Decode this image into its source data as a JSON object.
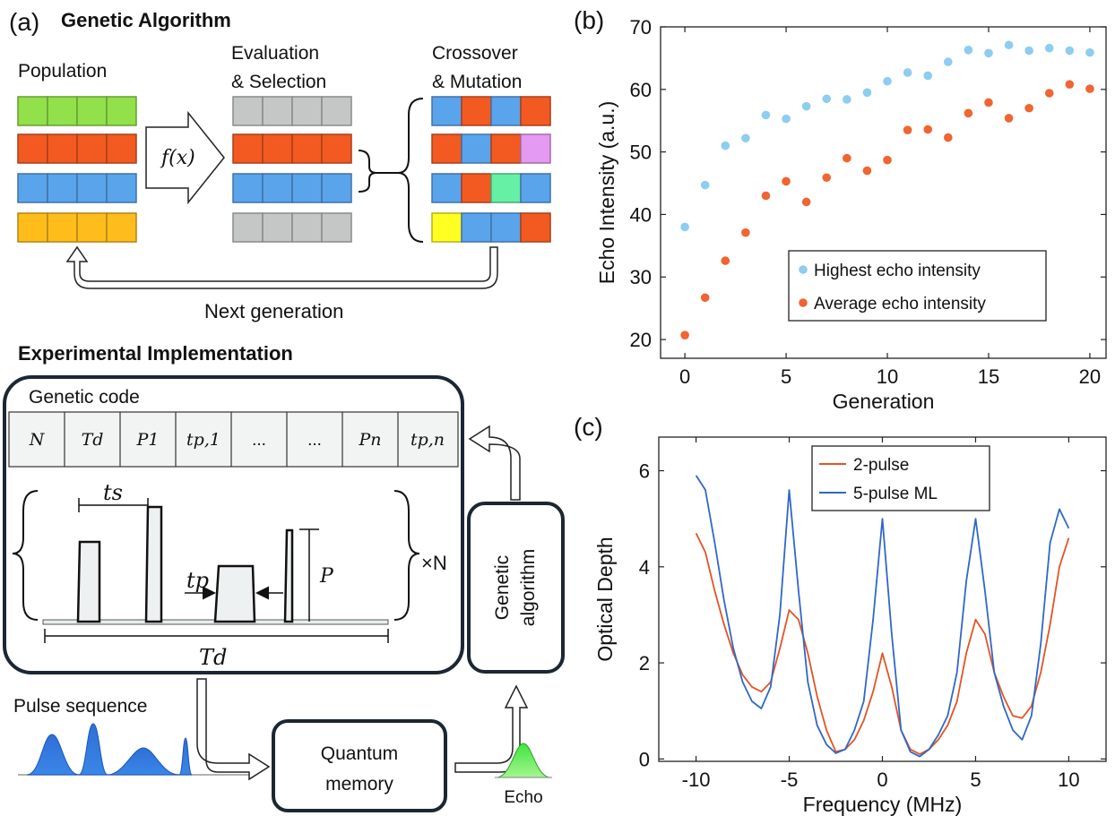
{
  "panel_a": {
    "panel_label": "(a)",
    "title": "Genetic Algorithm",
    "population_label": "Population",
    "evaluation_label_1": "Evaluation",
    "evaluation_label_2": "& Selection",
    "crossover_label_1": "Crossover",
    "crossover_label_2": "& Mutation",
    "fitness_function": "f(x)",
    "next_generation_label": "Next generation",
    "colors": {
      "green": "#92e04a",
      "orange": "#f25a22",
      "blue": "#5aa4ec",
      "yellow_orange": "#ffbd1c",
      "gray": "#c4c7c6",
      "pink": "#e49af0",
      "mint": "#66f0a6",
      "yellow": "#ffff22"
    },
    "population_rows": [
      [
        "green",
        "green",
        "green",
        "green"
      ],
      [
        "orange",
        "orange",
        "orange",
        "orange"
      ],
      [
        "blue",
        "blue",
        "blue",
        "blue"
      ],
      [
        "yellow_orange",
        "yellow_orange",
        "yellow_orange",
        "yellow_orange"
      ]
    ],
    "selection_rows": [
      [
        "gray",
        "gray",
        "gray",
        "gray"
      ],
      [
        "orange",
        "orange",
        "orange",
        "orange"
      ],
      [
        "blue",
        "blue",
        "blue",
        "blue"
      ],
      [
        "gray",
        "gray",
        "gray",
        "gray"
      ]
    ],
    "crossover_rows": [
      [
        "blue",
        "orange",
        "blue",
        "orange"
      ],
      [
        "orange",
        "blue",
        "orange",
        "pink"
      ],
      [
        "blue",
        "orange",
        "mint",
        "blue"
      ],
      [
        "yellow",
        "blue",
        "blue",
        "orange"
      ]
    ]
  },
  "experimental": {
    "title": "Experimental Implementation",
    "genetic_code_label": "Genetic code",
    "code_cells": [
      "N",
      "Td",
      "P1",
      "tp,1",
      "...",
      "...",
      "Pn",
      "tp,n"
    ],
    "ts_label": "ts",
    "tp_label": "tp",
    "p_label": "P",
    "td_label": "Td",
    "repeat_label": "×N",
    "genetic_algorithm_line1": "Genetic",
    "genetic_algorithm_line2": "algorithm",
    "pulse_sequence_label": "Pulse sequence",
    "quantum_memory_line1": "Quantum",
    "quantum_memory_line2": "memory",
    "echo_label": "Echo"
  },
  "chart_data": [
    {
      "panel_label": "(b)",
      "type": "scatter",
      "xlabel": "Generation",
      "ylabel": "Echo Intensity (a.u.)",
      "xlim": [
        -1.2,
        20.8
      ],
      "ylim": [
        17,
        70
      ],
      "xticks": [
        0,
        5,
        10,
        15,
        20
      ],
      "yticks": [
        20,
        30,
        40,
        50,
        60,
        70
      ],
      "legend_position": "bottom-right",
      "series": [
        {
          "name": "Highest echo intensity",
          "color": "#8dcdf0",
          "x": [
            0,
            1,
            2,
            3,
            4,
            5,
            6,
            7,
            8,
            9,
            10,
            11,
            12,
            13,
            14,
            15,
            16,
            17,
            18,
            19,
            20
          ],
          "y": [
            38,
            44.7,
            51,
            52.2,
            55.9,
            55.3,
            57.3,
            58.5,
            58.4,
            59.5,
            61.3,
            62.7,
            62.2,
            64.4,
            66.3,
            65.8,
            67.1,
            66.2,
            66.6,
            66.2,
            65.9
          ]
        },
        {
          "name": "Average echo intensity",
          "color": "#f06530",
          "x": [
            0,
            1,
            2,
            3,
            4,
            5,
            6,
            7,
            8,
            9,
            10,
            11,
            12,
            13,
            14,
            15,
            16,
            17,
            18,
            19,
            20
          ],
          "y": [
            20.7,
            26.7,
            32.6,
            37.1,
            43,
            45.3,
            42,
            45.9,
            49,
            47,
            48.7,
            53.5,
            53.6,
            52.3,
            56.2,
            57.9,
            55.4,
            57,
            59.4,
            60.8,
            60.1
          ]
        }
      ]
    },
    {
      "panel_label": "(c)",
      "type": "line",
      "xlabel": "Frequency (MHz)",
      "ylabel": "Optical Depth",
      "xlim": [
        -12,
        12
      ],
      "ylim": [
        -0.05,
        6.7
      ],
      "xticks": [
        -10,
        -5,
        0,
        5,
        10
      ],
      "yticks": [
        0,
        2,
        4,
        6
      ],
      "legend_position": "top-center",
      "series": [
        {
          "name": "2-pulse",
          "color": "#e25425",
          "x": [
            -10,
            -9.5,
            -9,
            -8.5,
            -8,
            -7.5,
            -7,
            -6.5,
            -6,
            -5.5,
            -5,
            -4.5,
            -4,
            -3.5,
            -3,
            -2.5,
            -2,
            -1.5,
            -1,
            -0.5,
            0,
            0.5,
            1,
            1.5,
            2,
            2.5,
            3,
            3.5,
            4,
            4.5,
            5,
            5.5,
            6,
            6.5,
            7,
            7.5,
            8,
            8.5,
            9,
            9.5,
            10
          ],
          "y": [
            4.7,
            4.3,
            3.5,
            2.8,
            2.2,
            1.75,
            1.5,
            1.4,
            1.6,
            2.3,
            3.1,
            2.9,
            2.2,
            1.3,
            0.6,
            0.15,
            0.2,
            0.4,
            0.8,
            1.4,
            2.2,
            1.5,
            0.6,
            0.2,
            0.1,
            0.2,
            0.4,
            0.7,
            1.2,
            2.2,
            2.9,
            2.6,
            1.8,
            1.3,
            0.9,
            0.85,
            1.1,
            1.8,
            2.8,
            4,
            4.6
          ]
        },
        {
          "name": "5-pulse ML",
          "color": "#2f68c6",
          "x": [
            -10,
            -9.5,
            -9,
            -8.5,
            -8,
            -7.5,
            -7,
            -6.5,
            -6,
            -5.5,
            -5,
            -4.5,
            -4,
            -3.5,
            -3,
            -2.5,
            -2,
            -1.5,
            -1,
            -0.5,
            0,
            0.5,
            1,
            1.5,
            2,
            2.5,
            3,
            3.5,
            4,
            4.5,
            5,
            5.5,
            6,
            6.5,
            7,
            7.5,
            8,
            8.5,
            9,
            9.5,
            10
          ],
          "y": [
            5.9,
            5.6,
            4.5,
            3.3,
            2.3,
            1.6,
            1.2,
            1.05,
            1.5,
            3,
            5.6,
            3.5,
            1.6,
            0.7,
            0.3,
            0.12,
            0.2,
            0.6,
            1.2,
            2.9,
            5,
            2.6,
            0.6,
            0.15,
            0.05,
            0.2,
            0.5,
            0.9,
            1.8,
            3.7,
            5,
            3.5,
            1.8,
            1.1,
            0.6,
            0.4,
            0.9,
            2.4,
            4.5,
            5.2,
            4.8
          ]
        }
      ]
    }
  ]
}
